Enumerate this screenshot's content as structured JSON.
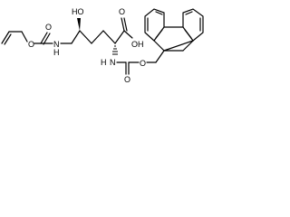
{
  "molecule": {
    "atom_labels": {
      "alloc_ester_o": "O",
      "alloc_carbonyl_o": "O",
      "alloc_nh": "N",
      "alloc_h": "H",
      "hydroxyl": "HO",
      "acid_oh": "OH",
      "acid_o": "O",
      "fmoc_nh_h": "H",
      "fmoc_nh_n": "N",
      "fmoc_carbonyl_o": "O",
      "fmoc_ester_o": "O"
    },
    "colors": {
      "bond": "#000000",
      "label": "#000000",
      "background": "#ffffff"
    }
  }
}
